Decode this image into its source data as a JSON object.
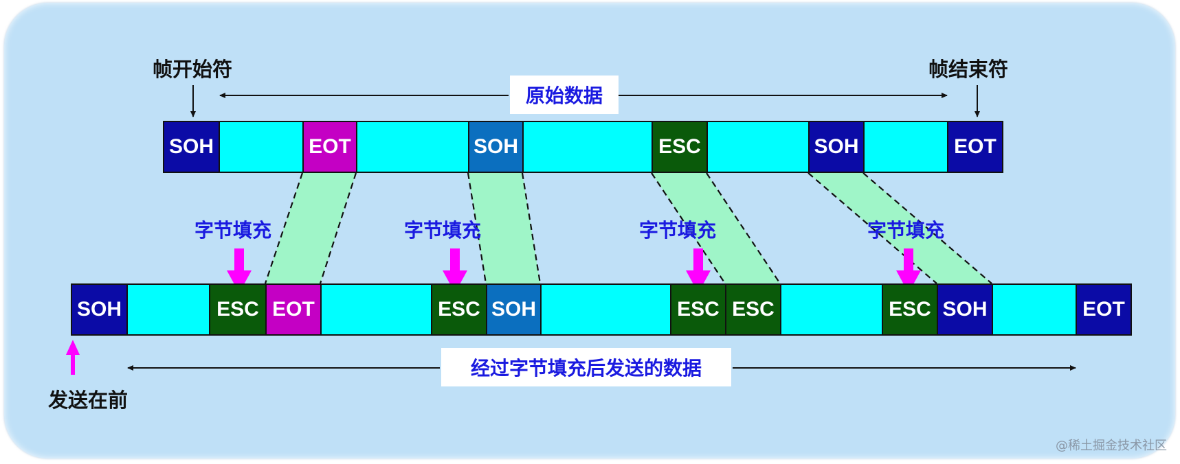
{
  "labels": {
    "frame_start": "帧开始符",
    "frame_end": "帧结束符",
    "original_data": "原始数据",
    "stuffed_data": "经过字节填充后发送的数据",
    "byte_stuffing": "字节填充",
    "send_first": "发送在前"
  },
  "top_frame": [
    {
      "text": "SOH",
      "color": "#0b0ba6"
    },
    {
      "text": "",
      "color": "#00ffff"
    },
    {
      "text": "EOT",
      "color": "#c400c4"
    },
    {
      "text": "",
      "color": "#00ffff"
    },
    {
      "text": "SOH",
      "color": "#0b6fbf"
    },
    {
      "text": "",
      "color": "#00ffff"
    },
    {
      "text": "ESC",
      "color": "#0a5a0a"
    },
    {
      "text": "",
      "color": "#00ffff"
    },
    {
      "text": "SOH",
      "color": "#0b0ba6"
    },
    {
      "text": "",
      "color": "#00ffff"
    },
    {
      "text": "EOT",
      "color": "#0b0ba6"
    }
  ],
  "bottom_frame": [
    {
      "text": "SOH",
      "color": "#0b0ba6"
    },
    {
      "text": "",
      "color": "#00ffff"
    },
    {
      "text": "ESC",
      "color": "#0a5a0a"
    },
    {
      "text": "EOT",
      "color": "#c400c4"
    },
    {
      "text": "",
      "color": "#00ffff"
    },
    {
      "text": "ESC",
      "color": "#0a5a0a"
    },
    {
      "text": "SOH",
      "color": "#0b6fbf"
    },
    {
      "text": "",
      "color": "#00ffff"
    },
    {
      "text": "ESC",
      "color": "#0a5a0a"
    },
    {
      "text": "ESC",
      "color": "#0a5a0a"
    },
    {
      "text": "",
      "color": "#00ffff"
    },
    {
      "text": "ESC",
      "color": "#0a5a0a"
    },
    {
      "text": "SOH",
      "color": "#0b0ba6"
    },
    {
      "text": "",
      "color": "#00ffff"
    },
    {
      "text": "EOT",
      "color": "#0b0ba6"
    }
  ],
  "colors": {
    "panel": "#bfe0f7",
    "highlight": "#9ff5c8",
    "arrow_pink": "#ff00ff",
    "label_blue": "#1a1ae0"
  },
  "watermark": "@稀土掘金技术社区"
}
